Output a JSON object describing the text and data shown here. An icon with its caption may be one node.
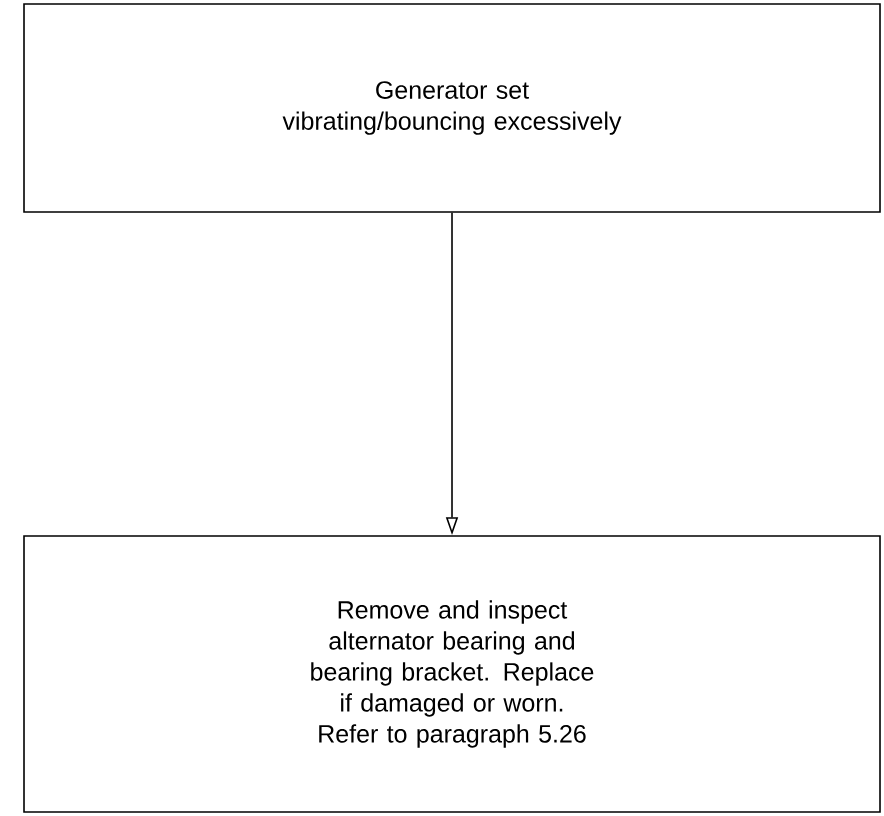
{
  "diagram": {
    "nodes": [
      {
        "text": [
          "Generator set vibrating/bouncing excessively"
        ]
      },
      {
        "text": [
          "Remove and inspect alternator bearing and bearing bracket. Replace if damaged or worn. Refer to paragraph 5.26"
        ]
      }
    ],
    "edges": [
      {
        "from": 0,
        "to": 1,
        "arrow": "to"
      }
    ]
  }
}
